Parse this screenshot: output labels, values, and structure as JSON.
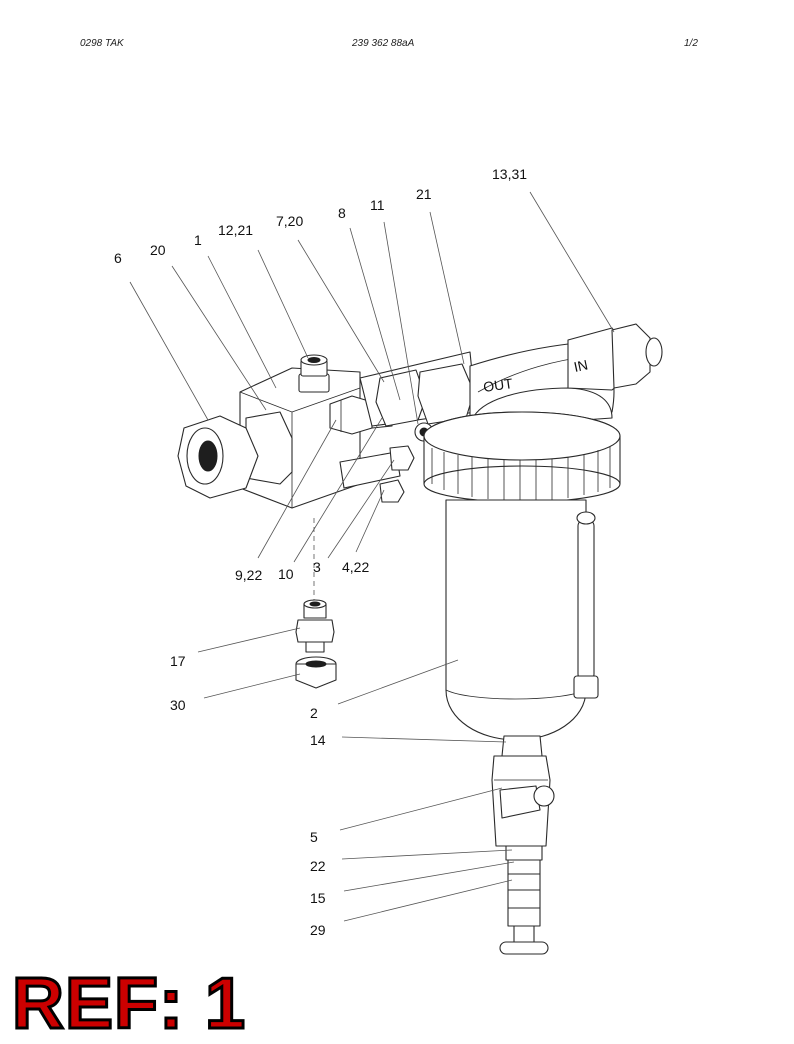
{
  "header": {
    "left": "0298   TAK",
    "center": "239 362 88aA",
    "right": "1/2"
  },
  "housing_labels": {
    "out": "OUT",
    "in": "IN"
  },
  "callouts": [
    {
      "id": "c-6",
      "label": "6"
    },
    {
      "id": "c-20",
      "label": "20"
    },
    {
      "id": "c-1",
      "label": "1"
    },
    {
      "id": "c-12-21",
      "label": "12,21"
    },
    {
      "id": "c-7-20",
      "label": "7,20"
    },
    {
      "id": "c-8",
      "label": "8"
    },
    {
      "id": "c-11",
      "label": "11"
    },
    {
      "id": "c-21",
      "label": "21"
    },
    {
      "id": "c-13-31",
      "label": "13,31"
    },
    {
      "id": "c-9-22",
      "label": "9,22"
    },
    {
      "id": "c-10",
      "label": "10"
    },
    {
      "id": "c-3",
      "label": "3"
    },
    {
      "id": "c-4-22",
      "label": "4,22"
    },
    {
      "id": "c-17",
      "label": "17"
    },
    {
      "id": "c-30",
      "label": "30"
    },
    {
      "id": "c-2",
      "label": "2"
    },
    {
      "id": "c-14",
      "label": "14"
    },
    {
      "id": "c-5",
      "label": "5"
    },
    {
      "id": "c-22",
      "label": "22"
    },
    {
      "id": "c-15",
      "label": "15"
    },
    {
      "id": "c-29",
      "label": "29"
    }
  ],
  "ref": {
    "text": "REF: 1",
    "color": "#cc0000"
  }
}
